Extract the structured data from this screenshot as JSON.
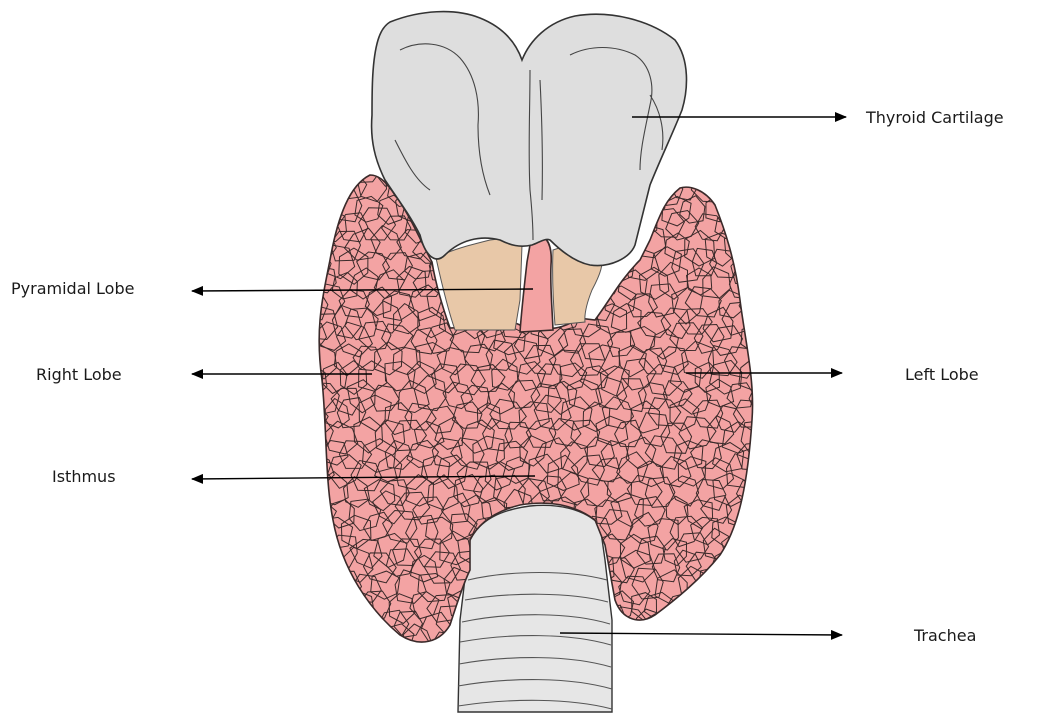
{
  "colors": {
    "gland_fill": "#f3a3a3",
    "cartilage_fill": "#dedede",
    "trachea_fill": "#e6e6e6",
    "membrane_fill": "#e8c8a8"
  },
  "labels": {
    "thyroid_cartilage": "Thyroid Cartilage",
    "pyramidal_lobe": "Pyramidal Lobe",
    "right_lobe": "Right Lobe",
    "left_lobe": "Left Lobe",
    "isthmus": "Isthmus",
    "trachea": "Trachea"
  }
}
